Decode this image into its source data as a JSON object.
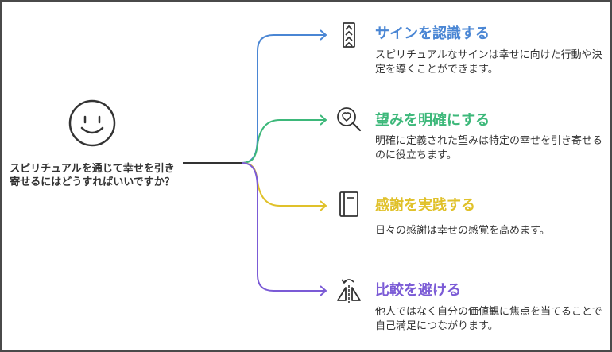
{
  "center": {
    "icon": "smiley-face-icon",
    "question": "スピリチュアルを通じて幸せを引き寄せるにはどうすればいいですか？"
  },
  "branches": [
    {
      "title": "サインを認識する",
      "description": "スピリチュアルなサインは幸せに向けた行動や決定を導くことができます。",
      "color": "#4a86d4",
      "icon": "chevrons-up-icon"
    },
    {
      "title": "望みを明確にする",
      "description": "明確に定義された望みは特定の幸せを引き寄せるのに役立ちます。",
      "color": "#3db87a",
      "icon": "heart-magnifier-icon"
    },
    {
      "title": "感謝を実践する",
      "description": "日々の感謝は幸せの感覚を高めます。",
      "color": "#e0c12a",
      "icon": "notebook-icon"
    },
    {
      "title": "比較を避ける",
      "description": "他人ではなく自分の価値観に焦点を当てることで自己満足につながります。",
      "color": "#7b5bd6",
      "icon": "mirror-flip-icon"
    }
  ]
}
